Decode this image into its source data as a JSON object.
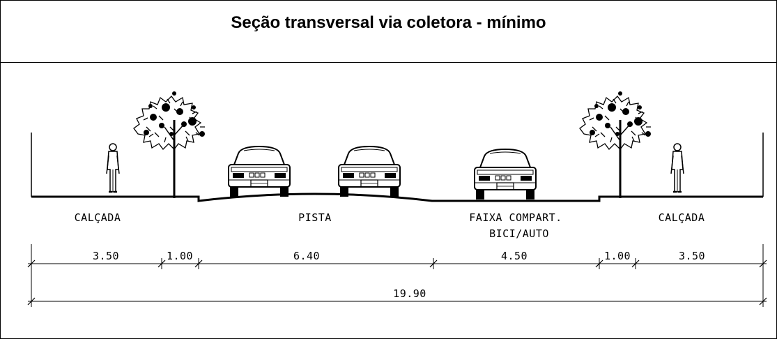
{
  "title": "Seção transversal via coletora - mínimo",
  "zones": {
    "calcada_left": "CALÇADA",
    "pista": "PISTA",
    "faixa_line1": "FAIXA COMPART.",
    "faixa_line2": "BICI/AUTO",
    "calcada_right": "CALÇADA"
  },
  "dimensions": {
    "d1": "3.50",
    "d2": "1.00",
    "d3": "6.40",
    "d4": "4.50",
    "d5": "1.00",
    "d6": "3.50",
    "total": "19.90"
  },
  "icons": {
    "tree": "tree-icon",
    "car": "car-rear-icon",
    "person": "pedestrian-icon"
  }
}
